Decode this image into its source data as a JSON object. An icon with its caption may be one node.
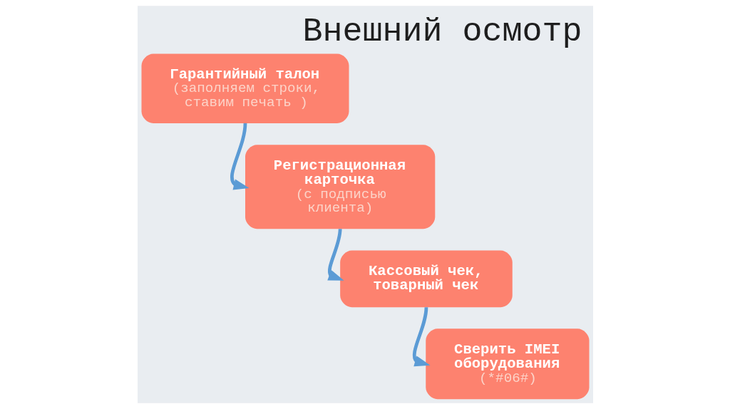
{
  "diagram": {
    "title": "Внешний осмотр",
    "nodes": [
      {
        "text": [
          "Гарантийный талон",
          "(заполняем строки, ставим печать )"
        ]
      },
      {
        "text": [
          "Регистрационная карточка",
          "(с подписью клиента)"
        ]
      },
      {
        "text": [
          "Кассовый чек, товарный чек"
        ]
      },
      {
        "text": [
          "Сверить IMEI оборудования",
          "(*#06#)"
        ]
      }
    ],
    "edges": [
      {
        "from": 0,
        "to": 1,
        "arrow": "to"
      },
      {
        "from": 1,
        "to": 2,
        "arrow": "to"
      },
      {
        "from": 2,
        "to": 3,
        "arrow": "to"
      }
    ]
  }
}
